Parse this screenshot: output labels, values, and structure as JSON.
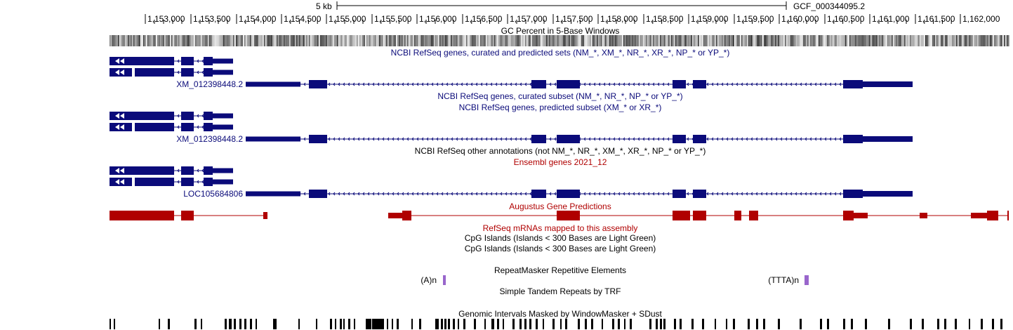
{
  "browser": {
    "scale_label": "5 kb",
    "assembly": "GCF_000344095.2"
  },
  "ruler": {
    "ticks": [
      "1,153,000",
      "1,153,500",
      "1,154,000",
      "1,154,500",
      "1,155,000",
      "1,155,500",
      "1,156,000",
      "1,156,500",
      "1,157,000",
      "1,157,500",
      "1,158,000",
      "1,158,500",
      "1,159,000",
      "1,159,500",
      "1,160,000",
      "1,160,500",
      "1,161,000",
      "1,161,500",
      "1,162,000"
    ]
  },
  "colors": {
    "navy": "#0b0b7a",
    "ensembl_red": "#b00000",
    "augustus_red": "#b00000",
    "repeat_purple": "#9966cc",
    "black": "#000000"
  },
  "tracks": {
    "gc_percent": {
      "title": "GC Percent in 5-Base Windows"
    },
    "refseq_all": {
      "title": "NCBI RefSeq genes, curated and predicted sets (NM_*, XM_*, NR_*, XR_*, NP_* or YP_*)",
      "gene_label": "XM_012398448.2"
    },
    "refseq_curated": {
      "title": "NCBI RefSeq genes, curated subset (NM_*, NR_*, NP_* or YP_*)"
    },
    "refseq_predicted": {
      "title": "NCBI RefSeq genes, predicted subset (XM_* or XR_*)",
      "gene_label": "XM_012398448.2"
    },
    "refseq_other": {
      "title": "NCBI RefSeq other annotations (not NM_*, NR_*, XM_*, XR_*, NP_* or YP_*)"
    },
    "ensembl": {
      "title": "Ensembl genes 2021_12",
      "gene_label": "LOC105684806"
    },
    "augustus": {
      "title": "Augustus Gene Predictions"
    },
    "refseq_mrna": {
      "title": "RefSeq mRNAs mapped to this assembly"
    },
    "cpg_1": {
      "title": "CpG Islands (Islands < 300 Bases are Light Green)"
    },
    "cpg_2": {
      "title": "CpG Islands (Islands < 300 Bases are Light Green)"
    },
    "repeatmasker": {
      "title": "RepeatMasker Repetitive Elements",
      "repeats": [
        "(A)n",
        "(TTTA)n"
      ]
    },
    "simple_repeats": {
      "title": "Simple Tandem Repeats by TRF"
    },
    "windowmasker": {
      "title": "Genomic Intervals Masked by WindowMasker + SDust"
    }
  }
}
